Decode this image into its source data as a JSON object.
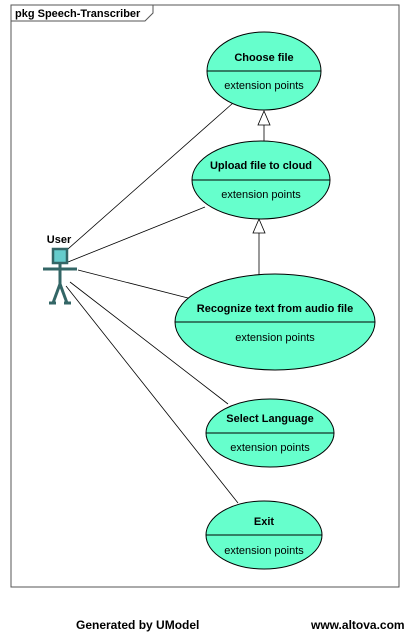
{
  "package": {
    "label": "pkg Speech-Transcriber"
  },
  "actor": {
    "name": "User"
  },
  "use_cases": [
    {
      "id": "choose_file",
      "title": "Choose file",
      "compartment": "extension points"
    },
    {
      "id": "upload_file",
      "title": "Upload file to cloud",
      "compartment": "extension points"
    },
    {
      "id": "recognize_text",
      "title": "Recognize text from audio file",
      "compartment": "extension points"
    },
    {
      "id": "select_language",
      "title": "Select Language",
      "compartment": "extension points"
    },
    {
      "id": "exit",
      "title": "Exit",
      "compartment": "extension points"
    }
  ],
  "footer": {
    "generator": "Generated by UModel",
    "website": "www.altova.com"
  },
  "colors": {
    "use_case_fill": "#66ffcc",
    "actor_fill": "#66cccc",
    "actor_stroke": "#336666"
  }
}
